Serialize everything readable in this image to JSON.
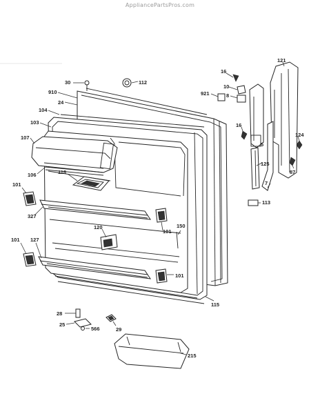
{
  "watermark": "AppliancePartsPros.com",
  "labels": {
    "l30": "30",
    "l112": "112",
    "l16a": "16",
    "l121": "121",
    "l910": "910",
    "l24": "24",
    "l921": "921",
    "l10": "10",
    "l8": "8",
    "l104": "104",
    "l103": "103",
    "l107": "107",
    "l106": "106",
    "l118": "118",
    "l16b": "16",
    "l5": "5",
    "l124": "124",
    "l87": "87",
    "l125": "125",
    "l7": "7",
    "l101a": "101",
    "l127a": "127",
    "l113": "113",
    "l120": "120",
    "l101b": "101",
    "l150": "150",
    "l101c": "101",
    "l127b": "127",
    "l101d": "101",
    "l115": "115",
    "l28": "28",
    "l25": "25",
    "l566": "566",
    "l29": "29",
    "l215": "215"
  }
}
